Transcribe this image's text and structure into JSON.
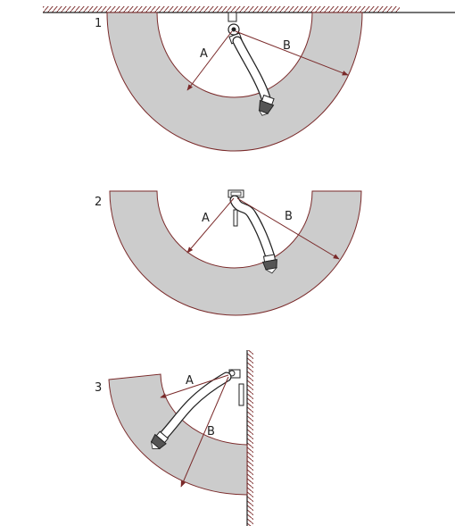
{
  "colors": {
    "zone_fill": "#cccccc",
    "zone_outline": "#7a2a2a",
    "arrow": "#7a2a2a",
    "line": "#222222",
    "hatch": "#7a2a2a"
  },
  "figures": [
    {
      "number": "1",
      "mounting": "ceiling",
      "label_a": "A",
      "label_b": "B"
    },
    {
      "number": "2",
      "mounting": "ceiling-edge",
      "label_a": "A",
      "label_b": "B"
    },
    {
      "number": "3",
      "mounting": "wall",
      "label_a": "A",
      "label_b": "B"
    }
  ]
}
